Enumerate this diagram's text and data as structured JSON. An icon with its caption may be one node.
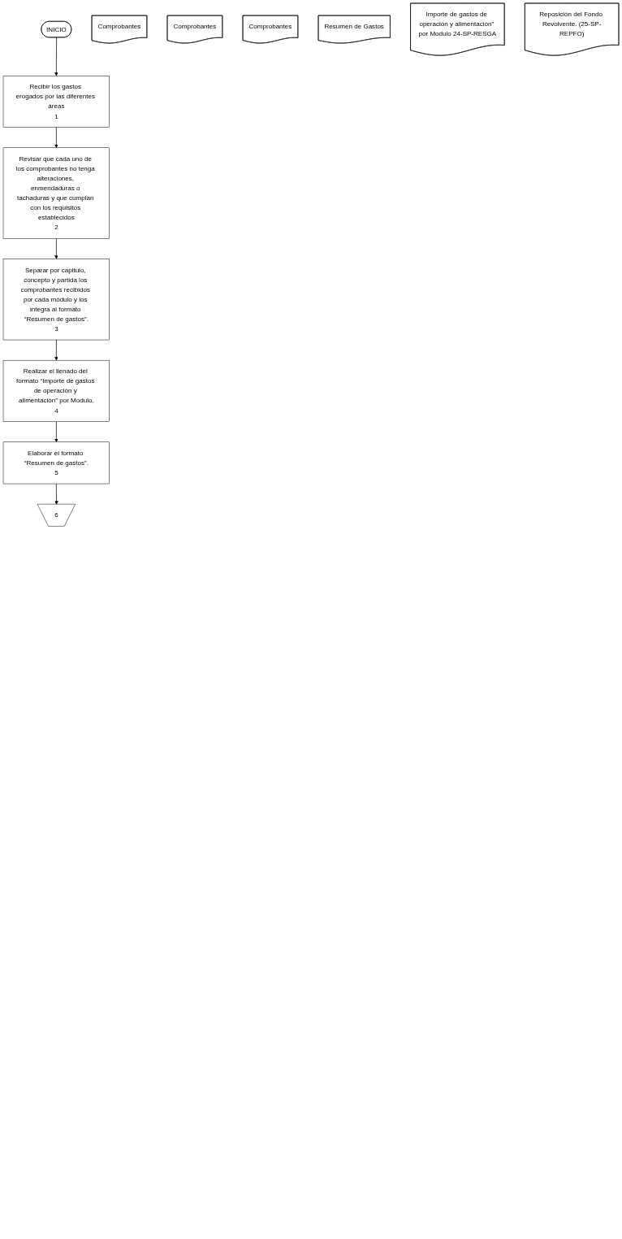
{
  "diagram": {
    "nodes": [
      {
        "text": [
          "INICIO"
        ]
      },
      {
        "text": [
          "Recibir los gastos erogados por las diferentes áreas",
          "1"
        ]
      },
      {
        "text": [
          "Comprobantes"
        ]
      },
      {
        "text": [
          "Revisar que cada uno de los comprobantes no tenga alteraciones, enmendaduras o tachaduras y que cumplan con los requisitos establecidos",
          "2"
        ]
      },
      {
        "text": [
          "Comprobantes"
        ]
      },
      {
        "text": [
          "Separar por capitulo, concepto y partida los comprobantes recibidos por cada módulo y los integra al formato “Resumen de gastos”.",
          "3"
        ]
      },
      {
        "text": [
          "Comprobantes"
        ]
      },
      {
        "text": [
          "Resumen de Gastos"
        ]
      },
      {
        "text": [
          "Realizar el llenado del formato “Importe de gastos de operación y alimentación” por Modulo.",
          "4"
        ]
      },
      {
        "text": [
          "Importe de gastos de operación y alimentación” por Modulo 24-SP-RESGA"
        ]
      },
      {
        "text": [
          "Elaborar el formato “Resumen de gastos”.",
          "5"
        ]
      },
      {
        "text": [
          "Reposición del Fondo Revolvente. (25-SP-REPFO)"
        ]
      },
      {
        "text": [
          "6"
        ]
      }
    ],
    "edges": [
      {
        "from": 0,
        "to": 1,
        "arrow": "to"
      },
      {
        "from": 1,
        "to": 3,
        "arrow": "to"
      },
      {
        "from": 3,
        "to": 5,
        "arrow": "to"
      },
      {
        "from": 5,
        "to": 8,
        "arrow": "to"
      },
      {
        "from": 8,
        "to": 10,
        "arrow": "to"
      },
      {
        "from": 10,
        "to": 12,
        "arrow": "to"
      }
    ]
  }
}
